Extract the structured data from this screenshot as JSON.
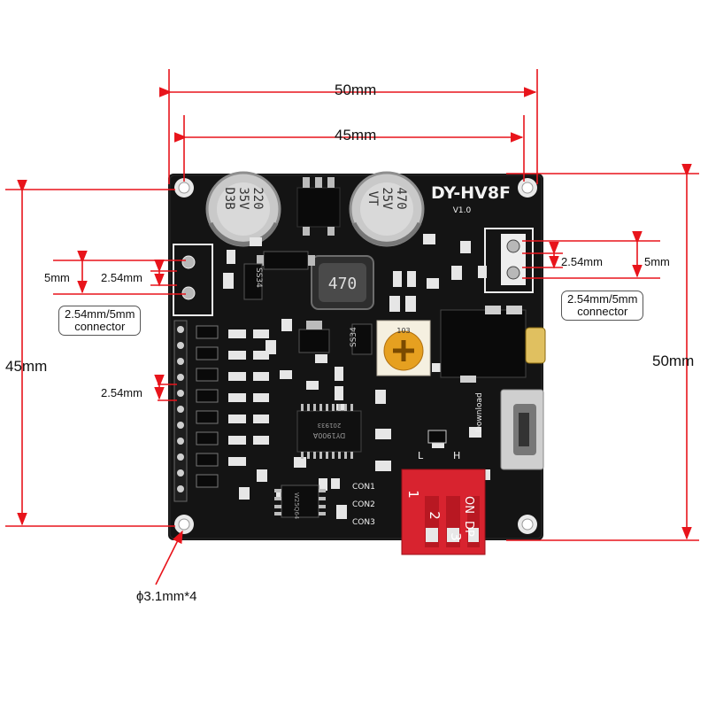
{
  "dimensions": {
    "width_outer": "50mm",
    "width_holes": "45mm",
    "height_holes": "45mm",
    "height_outer": "50mm",
    "pitch_left_top": "2.54mm",
    "gap_left_top": "5mm",
    "pitch_left_header": "2.54mm",
    "pitch_right": "2.54mm",
    "gap_right": "5mm",
    "hole_spec": "ϕ3.1mm*4"
  },
  "callouts": {
    "left_connector": [
      "2.54mm/5mm",
      "connector"
    ],
    "right_connector": [
      "2.54mm/5mm",
      "connector"
    ]
  },
  "board": {
    "model": "DY-HV8F",
    "version": "V1.0",
    "chip_marking": [
      "DY1900A",
      "201933"
    ],
    "flash_marking": "W25Q64",
    "inductor_value": "470",
    "cap_left": [
      "220",
      "35V",
      "D3B"
    ],
    "cap_right": [
      "470",
      "25V",
      "VT"
    ],
    "diode_label": "SS34",
    "diode_label_2": "SS34",
    "trimpot_label": "103",
    "download_label": "Download",
    "level_low": "L",
    "level_high": "H",
    "con_labels": [
      "CON1",
      "CON2",
      "CON3"
    ],
    "dip_on": "ON",
    "dip_brand": "DP",
    "dip_numbers": [
      "1",
      "2",
      "3"
    ]
  },
  "colors": {
    "dimension_line": "#e8141b",
    "pcb": "#141414",
    "dip_switch": "#d8232f"
  }
}
